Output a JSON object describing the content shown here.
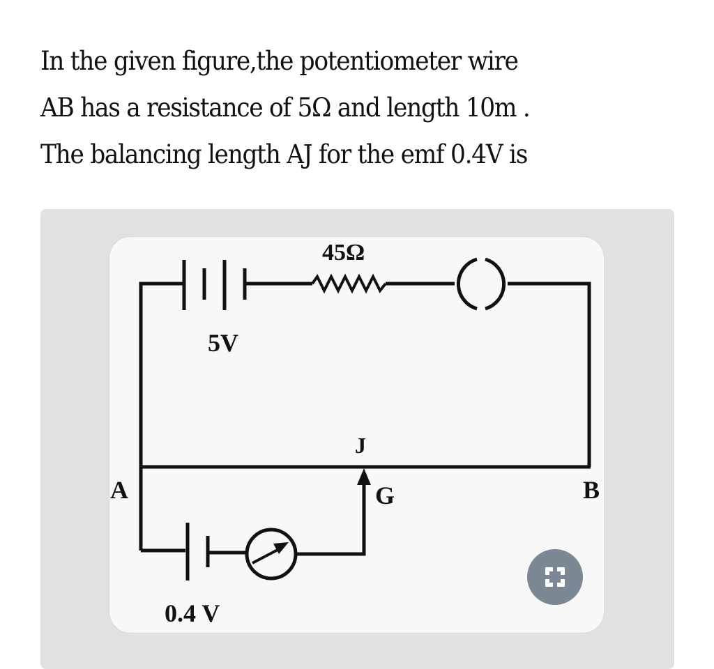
{
  "question": {
    "lines": [
      "In the given figure,the potentiometer wire",
      "AB has a resistance of 5Ω and length 10m .",
      "The balancing length AJ for the emf 0.4V is"
    ]
  },
  "figure": {
    "labels": {
      "resistor": "45Ω",
      "main_battery": "5V",
      "jockey": "J",
      "point_a": "A",
      "galvanometer": "G",
      "point_b": "B",
      "test_cell": "0.4 V"
    },
    "expand_button": {
      "icon": "fullscreen-icon",
      "color": "#7b8893"
    }
  },
  "colors": {
    "outer_panel": "#e1e1e1",
    "figure_card": "#f8f8f8",
    "wire": "#111111"
  }
}
